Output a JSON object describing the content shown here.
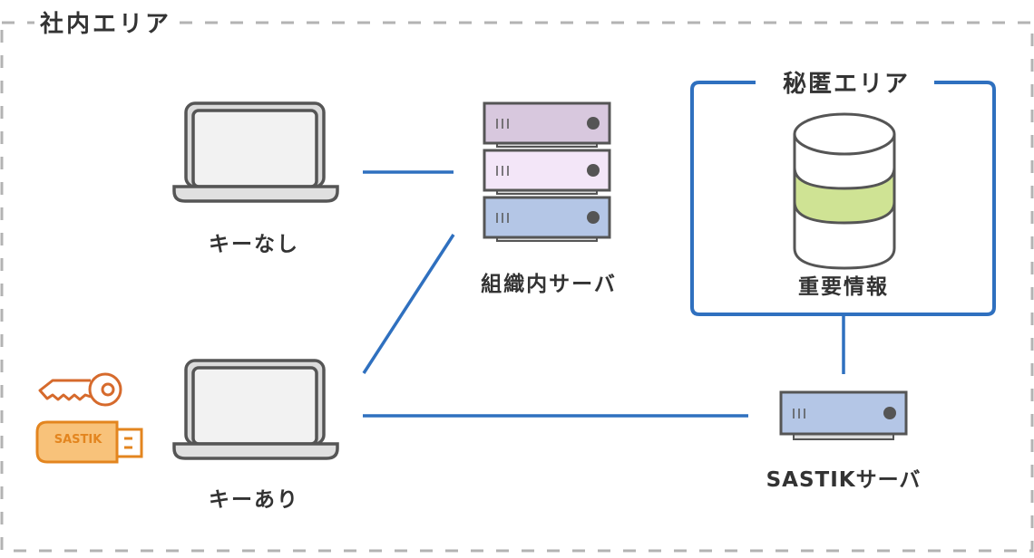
{
  "areas": {
    "company_area": {
      "label": "社内エリア",
      "border_color": "#b3b3b3"
    },
    "secret_area": {
      "label": "秘匿エリア",
      "border_color": "#2f70bf"
    }
  },
  "nodes": {
    "pc_no_key": {
      "label": "キーなし",
      "icon": "laptop-icon"
    },
    "pc_with_key": {
      "label": "キーあり",
      "icon": "laptop-icon"
    },
    "org_server": {
      "label": "組織内サーバ",
      "icon": "server-rack-icon",
      "unit_colors": [
        "#d8c8de",
        "#f3e6f8",
        "#b4c6e6"
      ]
    },
    "important_info": {
      "label": "重要情報",
      "icon": "database-icon",
      "band_color": "#cfe394"
    },
    "sastik_server": {
      "label": "SASTIKサーバ",
      "icon": "server-icon",
      "color": "#b4c6e6"
    }
  },
  "accessories": {
    "key": {
      "icon": "key-icon",
      "color": "#d66a2c"
    },
    "usb": {
      "icon": "usb-stick-icon",
      "label": "SASTIK",
      "fill": "#f8c27a",
      "stroke": "#e3851f"
    }
  },
  "connections": [
    {
      "from": "pc_no_key",
      "to": "org_server"
    },
    {
      "from": "pc_with_key",
      "to": "org_server"
    },
    {
      "from": "pc_with_key",
      "to": "sastik_server"
    },
    {
      "from": "secret_area",
      "to": "sastik_server"
    }
  ],
  "colors": {
    "line": "#2f70bf",
    "outline": "#555555"
  }
}
